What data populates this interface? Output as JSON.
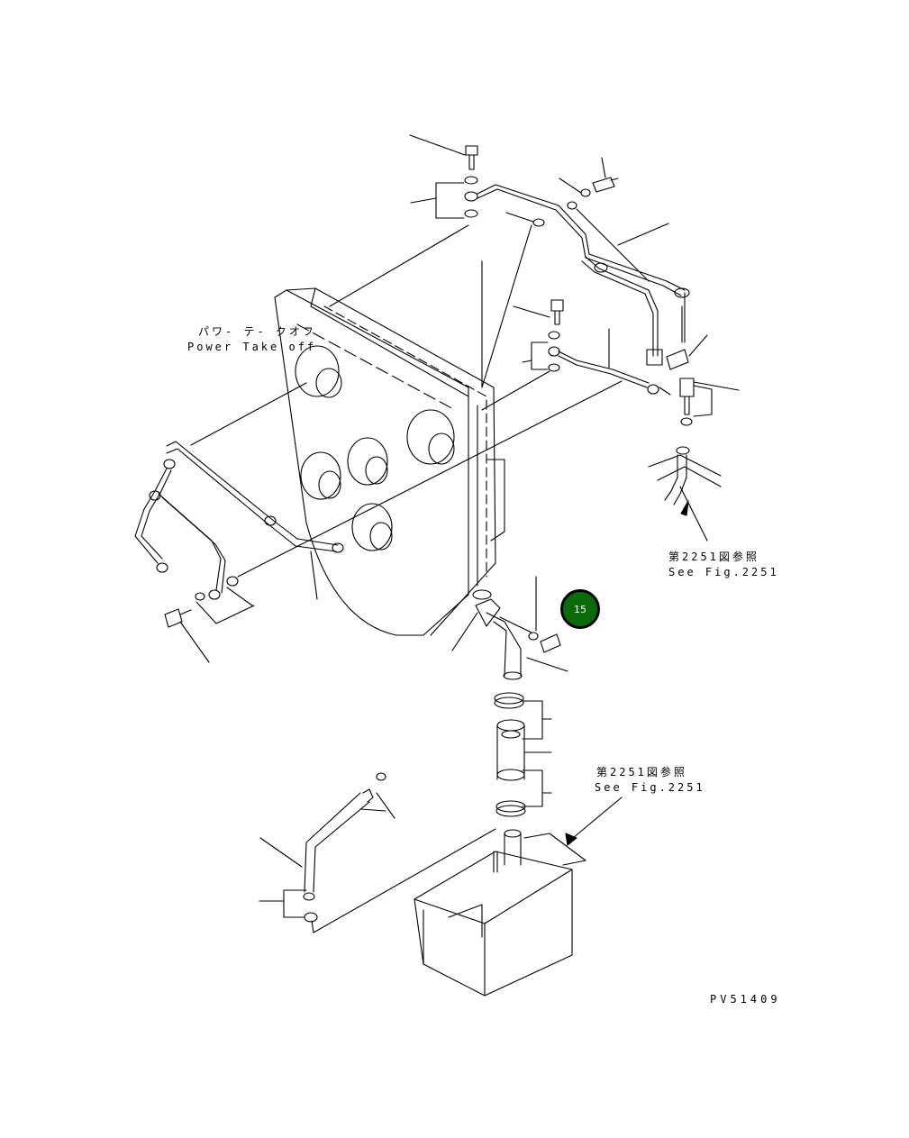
{
  "labels": {
    "pto_jp": "パワ- テ- クオフ",
    "pto_en": "Power Take off",
    "ref1_jp": "第2251図参照",
    "ref1_en": "See Fig.2251",
    "ref2_jp": "第2251図参照",
    "ref2_en": "See Fig.2251",
    "drawing_code": "PV51409"
  },
  "callouts": [
    {
      "number": "15",
      "color": "#0b6b0b"
    }
  ]
}
